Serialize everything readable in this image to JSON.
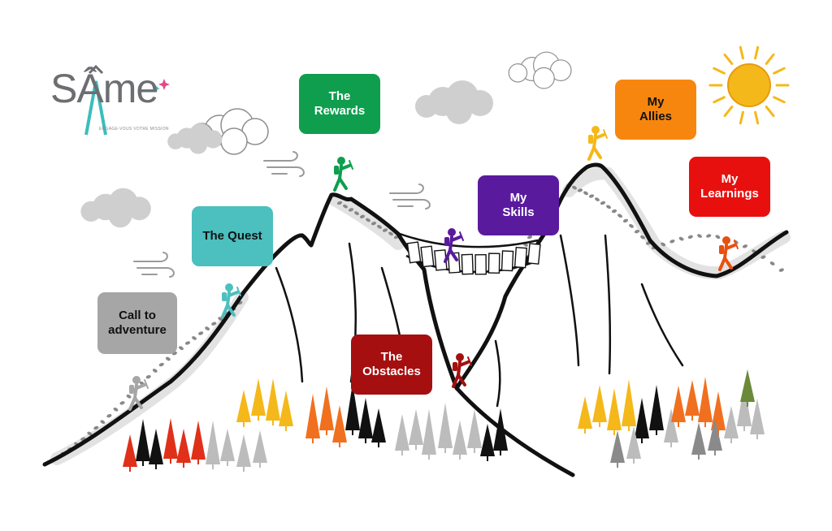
{
  "brand": {
    "name": "SÂme",
    "tagline": "ENGAGE-VOUS VOTRE MISSION"
  },
  "stages": [
    {
      "id": "call",
      "label": "Call to\nadventure",
      "bg": "#a6a6a6",
      "fg": "#111111"
    },
    {
      "id": "quest",
      "label": "The Quest",
      "bg": "#4cbfbf",
      "fg": "#111111"
    },
    {
      "id": "rewards",
      "label": "The\nRewards",
      "bg": "#0f9e4e",
      "fg": "#ffffff"
    },
    {
      "id": "obstacles",
      "label": "The\nObstacles",
      "bg": "#a50f0f",
      "fg": "#ffffff"
    },
    {
      "id": "skills",
      "label": "My\nSkills",
      "bg": "#5a1a9e",
      "fg": "#ffffff"
    },
    {
      "id": "allies",
      "label": "My\nAllies",
      "bg": "#f7860f",
      "fg": "#111111"
    },
    {
      "id": "learnings",
      "label": "My\nLearnings",
      "bg": "#e8100f",
      "fg": "#ffffff"
    }
  ],
  "colors": {
    "mountain": "#111111",
    "path_dots": "#8c8c8c",
    "sun": "#f5b81a",
    "cloud": "#cfcfcf",
    "climber_call": "#a6a6a6",
    "climber_quest": "#4cbfbf",
    "climber_rewards": "#0f9e4e",
    "climber_skills": "#5a1a9e",
    "climber_obstacles": "#a50f0f",
    "climber_allies": "#f5b81a",
    "climber_learnings": "#e85010"
  },
  "icons": [
    "logo",
    "sun-icon",
    "cloud-icon",
    "wind-icon",
    "climber-icon",
    "tree-icon",
    "rope-bridge"
  ]
}
